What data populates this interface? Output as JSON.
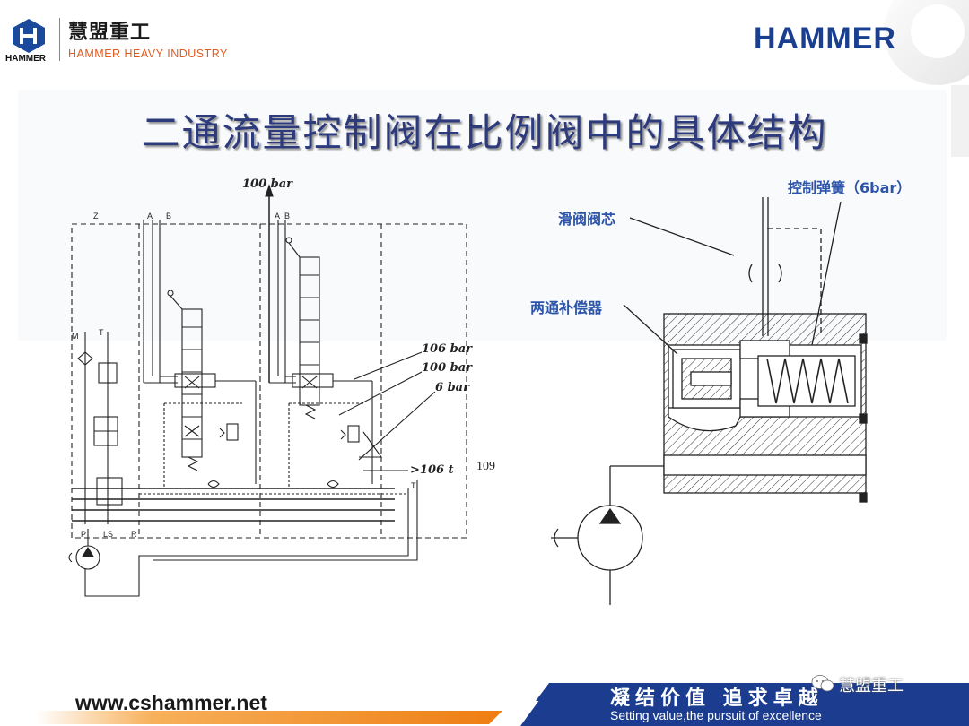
{
  "header": {
    "logo_text": "HAMMER",
    "brand_cn": "慧盟重工",
    "brand_en": "HAMMER HEAVY INDUSTRY",
    "right_brand": "HAMMER"
  },
  "slide": {
    "title": "二通流量控制阀在比例阀中的具体结构"
  },
  "left_diagram": {
    "pressure_top": "100 bar",
    "pressure_106": "106 bar",
    "pressure_100": "100 bar",
    "pressure_6": "6 bar",
    "pressure_out": ">106 t",
    "ref_number": "109",
    "port_z": "Z",
    "port_a1": "A",
    "port_b1": "B",
    "port_a2": "A",
    "port_b2": "B",
    "port_m": "M",
    "port_t_top": "T",
    "port_t_right": "T",
    "port_p": "P",
    "port_ls": "LS",
    "port_r": "R"
  },
  "right_diagram": {
    "label_spool": "滑阀阀芯",
    "label_spring": "控制弹簧（6bar）",
    "label_compensator": "两通补偿器"
  },
  "footer": {
    "url": "www.cshammer.net",
    "slogan_cn": "凝结价值  追求卓越",
    "slogan_en": "Setting value,the pursuit of excellence",
    "watermark": "慧盟重工"
  },
  "colors": {
    "brand_blue": "#1b3f8f",
    "title_blue": "#2d3a7c",
    "label_blue": "#2c54a8",
    "accent_orange": "#f08a1c",
    "footer_blue": "#1c3d8f"
  }
}
